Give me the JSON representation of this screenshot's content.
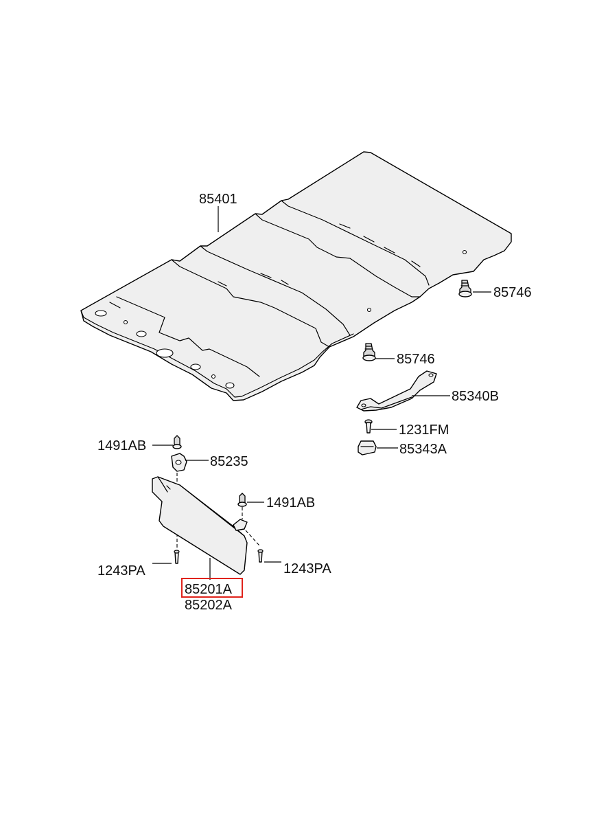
{
  "labels": {
    "headlining": "85401",
    "clip_upper": "85746",
    "clip_lower": "85746",
    "handle": "85340B",
    "handle_screw": "1231FM",
    "handle_cap": "85343A",
    "bolt_left": "1491AB",
    "holder": "85235",
    "bolt_right": "1491AB",
    "screw_left": "1243PA",
    "screw_right": "1243PA",
    "sunvisor_lh": "85201A",
    "sunvisor_rh": "85202A"
  },
  "highlight": {
    "part": "85201A",
    "color": "#e0231b"
  }
}
